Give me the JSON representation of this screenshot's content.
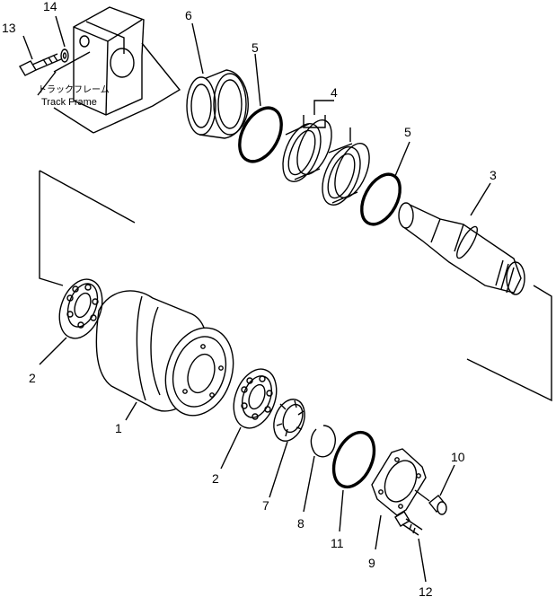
{
  "labels": {
    "p1": "1",
    "p2a": "2",
    "p2b": "2",
    "p3": "3",
    "p4": "4",
    "p5a": "5",
    "p5b": "5",
    "p6": "6",
    "p7": "7",
    "p8": "8",
    "p9": "9",
    "p10": "10",
    "p11": "11",
    "p12": "12",
    "p13": "13",
    "p14": "14"
  },
  "track_frame": {
    "jp": "トラックフレーム",
    "en": "Track Frame"
  }
}
